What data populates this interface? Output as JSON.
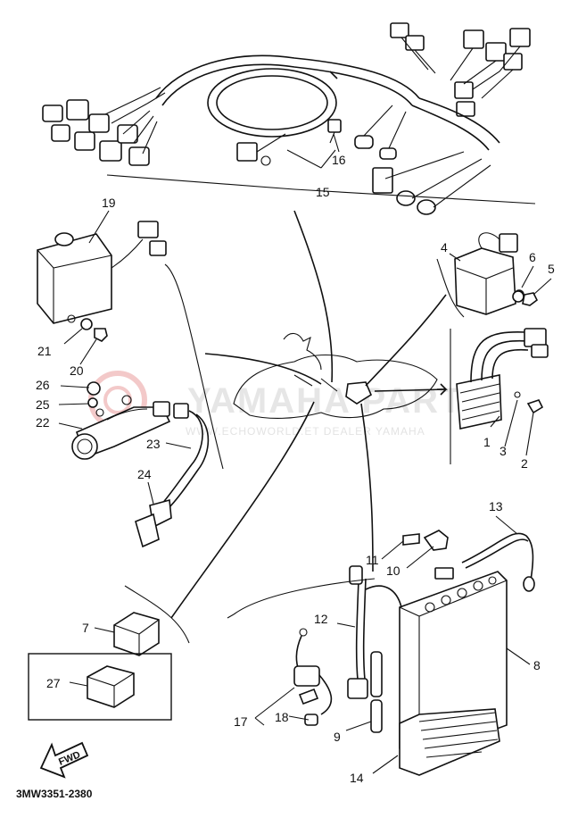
{
  "callouts": [
    {
      "id": "1",
      "text": "1"
    },
    {
      "id": "2",
      "text": "2"
    },
    {
      "id": "3",
      "text": "3"
    },
    {
      "id": "4",
      "text": "4"
    },
    {
      "id": "5",
      "text": "5"
    },
    {
      "id": "6",
      "text": "6"
    },
    {
      "id": "7",
      "text": "7"
    },
    {
      "id": "8",
      "text": "8"
    },
    {
      "id": "9",
      "text": "9"
    },
    {
      "id": "10",
      "text": "10"
    },
    {
      "id": "11",
      "text": "11"
    },
    {
      "id": "12",
      "text": "12"
    },
    {
      "id": "13",
      "text": "13"
    },
    {
      "id": "14",
      "text": "14"
    },
    {
      "id": "15",
      "text": "15"
    },
    {
      "id": "16",
      "text": "16"
    },
    {
      "id": "17",
      "text": "17"
    },
    {
      "id": "18",
      "text": "18"
    },
    {
      "id": "19",
      "text": "19"
    },
    {
      "id": "20",
      "text": "20"
    },
    {
      "id": "21",
      "text": "21"
    },
    {
      "id": "22",
      "text": "22"
    },
    {
      "id": "23",
      "text": "23"
    },
    {
      "id": "24",
      "text": "24"
    },
    {
      "id": "25",
      "text": "25"
    },
    {
      "id": "26",
      "text": "26"
    },
    {
      "id": "27",
      "text": "27"
    }
  ],
  "diagram_code": "3MW3351-2380",
  "fwd_label": "FWD",
  "watermark": {
    "title": "YAMAHA PARTS",
    "subtitle": "WWW.ECHOWORLD.ET DEALER YAMAHA"
  },
  "colors": {
    "line": "#111111",
    "background": "#ffffff",
    "watermark_logo": "#f3c9c9"
  }
}
